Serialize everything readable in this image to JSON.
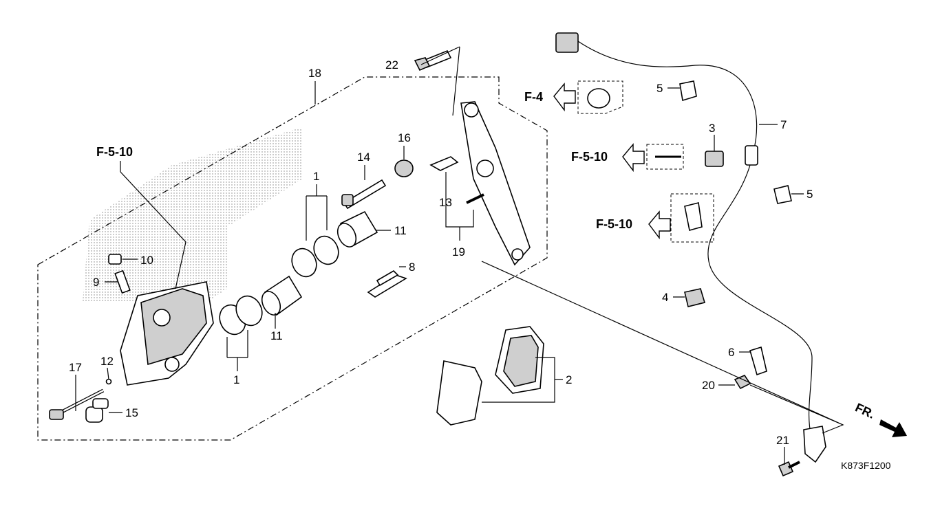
{
  "callouts": {
    "c1a": "1",
    "c1b": "1",
    "c2": "2",
    "c3": "3",
    "c4": "4",
    "c5a": "5",
    "c5b": "5",
    "c6": "6",
    "c7": "7",
    "c8": "8",
    "c9": "9",
    "c10": "10",
    "c11a": "11",
    "c11b": "11",
    "c12": "12",
    "c13": "13",
    "c14": "14",
    "c15": "15",
    "c16": "16",
    "c17": "17",
    "c18": "18",
    "c19": "19",
    "c20": "20",
    "c21": "21",
    "c22": "22"
  },
  "refs": {
    "f510_top": "F-5-10",
    "f4": "F-4",
    "f510_mid": "F-5-10",
    "f510_low": "F-5-10"
  },
  "front_label": "FR.",
  "diagram_code": "K873F1200"
}
